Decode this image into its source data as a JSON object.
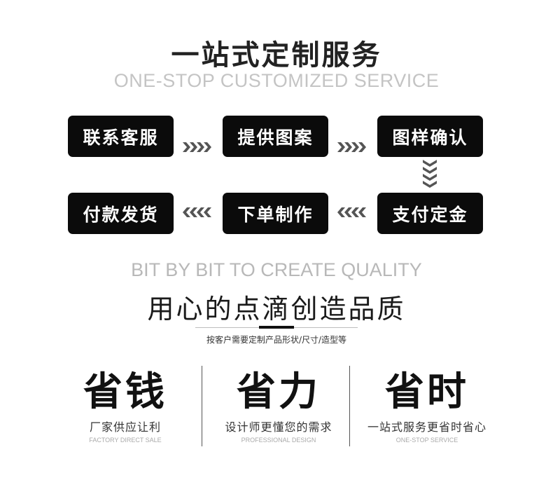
{
  "header": {
    "title": "一站式定制服务",
    "subtitle": "ONE-STOP CUSTOMIZED SERVICE"
  },
  "steps": {
    "s1": "联系客服",
    "s2": "提供图案",
    "s3": "图样确认",
    "s4": "支付定金",
    "s5": "下单制作",
    "s6": "付款发货"
  },
  "quality": {
    "en": "BIT BY BIT TO CREATE QUALITY",
    "cn": "用心的点滴创造品质",
    "note": "按客户需要定制产品形状/尺寸/造型等"
  },
  "features": [
    {
      "big": "省钱",
      "sub": "厂家供应让利",
      "en": "FACTORY DIRECT SALE"
    },
    {
      "big": "省力",
      "sub": "设计师更懂您的需求",
      "en": "PROFESSIONAL DESIGN"
    },
    {
      "big": "省时",
      "sub": "一站式服务更省时省心",
      "en": "ONE-STOP SERVICE"
    }
  ],
  "colors": {
    "box": "#0b0b0b",
    "arrow": "#555555",
    "subtitle": "#c4c4c4"
  },
  "icons": {
    "arrow_right": "chevrons-right-icon",
    "arrow_down": "chevrons-down-icon",
    "arrow_left": "chevrons-left-icon"
  }
}
